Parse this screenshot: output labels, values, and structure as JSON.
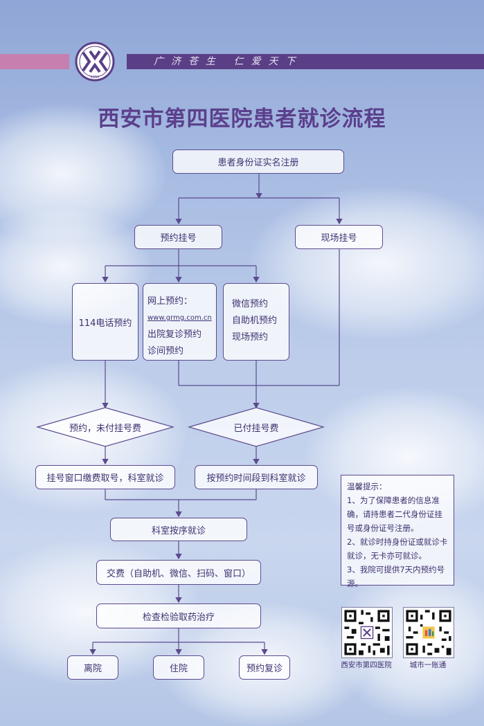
{
  "header": {
    "slogan": "广济苍生 仁爱天下",
    "logo_year": "1950"
  },
  "title": "西安市第四医院患者就诊流程",
  "nodes": {
    "register": "患者身份证实名注册",
    "appointment": "预约挂号",
    "onsite": "现场挂号",
    "phone": "114电话预约",
    "online_title": "网上预约：",
    "online_url": "www.grmg.com.cn",
    "online_line2": "出院复诊预约",
    "online_line3": "诊间预约",
    "wechat_line1": "微信预约",
    "wechat_line2": "自助机预约",
    "wechat_line3": "现场预约",
    "unpaid": "预约，未付挂号费",
    "paid": "已付挂号费",
    "window_pay": "挂号窗口缴费取号，科室就诊",
    "time_slot": "按预约时间段到科室就诊",
    "queue": "科室按序就诊",
    "payment": "交费（自助机、微信、扫码、窗口）",
    "exam": "检查检验取药治疗",
    "discharge": "离院",
    "inpatient": "住院",
    "followup": "预约复诊"
  },
  "tips": {
    "title": "温馨提示：",
    "items": [
      "1、为了保障患者的信息准确，请持患者二代身份证挂号或身份证号注册。",
      "2、就诊时持身份证或就诊卡就诊，无卡亦可就诊。",
      "3、我院可提供7天内预约号源。"
    ]
  },
  "qr": {
    "left_caption": "西安市第四医院",
    "right_caption": "城市一账通"
  },
  "colors": {
    "brand_purple": "#5a3f86",
    "accent_pink": "#c77fb0",
    "line": "#5b4a8e",
    "text": "#3d3170"
  }
}
